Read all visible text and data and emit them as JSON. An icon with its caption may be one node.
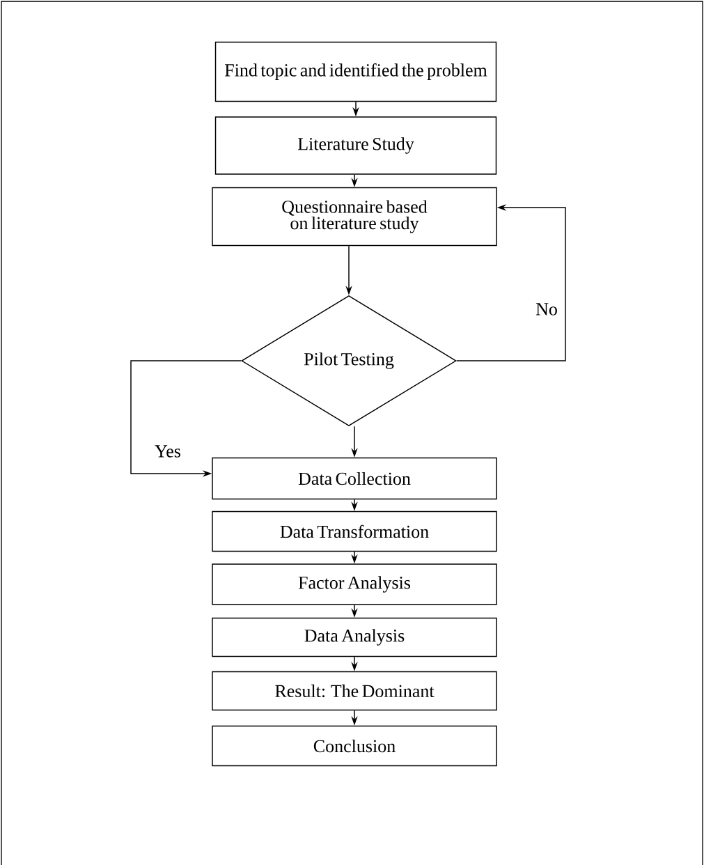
{
  "diagram": {
    "nodes": [
      {
        "text": [
          "Find topic and identified the problem"
        ]
      },
      {
        "text": [
          "Literature Study"
        ]
      },
      {
        "text": [
          "Questionnaire based on literature study"
        ]
      },
      {
        "text": [
          "Pilot Testing"
        ]
      },
      {
        "text": [
          "Data Collection"
        ]
      },
      {
        "text": [
          "Data Transformation"
        ]
      },
      {
        "text": [
          "Factor Analysis"
        ]
      },
      {
        "text": [
          "Data Analysis"
        ]
      },
      {
        "text": [
          "Result: The Dominant"
        ]
      },
      {
        "text": [
          "Conclusion"
        ]
      }
    ],
    "edges": [
      {
        "from": 0,
        "to": 1,
        "arrow": "to"
      },
      {
        "from": 1,
        "to": 2,
        "arrow": "to"
      },
      {
        "from": 2,
        "to": 3,
        "arrow": "to"
      },
      {
        "from": 3,
        "to": 2,
        "arrow": "to",
        "label": "No"
      },
      {
        "from": 3,
        "to": 4,
        "arrow": "to"
      },
      {
        "from": 3,
        "to": 4,
        "arrow": "to",
        "label": "Yes"
      },
      {
        "from": 4,
        "to": 5,
        "arrow": "to"
      },
      {
        "from": 5,
        "to": 6,
        "arrow": "to"
      },
      {
        "from": 6,
        "to": 7,
        "arrow": "to"
      },
      {
        "from": 7,
        "to": 8,
        "arrow": "to"
      },
      {
        "from": 8,
        "to": 9,
        "arrow": "to"
      }
    ]
  }
}
